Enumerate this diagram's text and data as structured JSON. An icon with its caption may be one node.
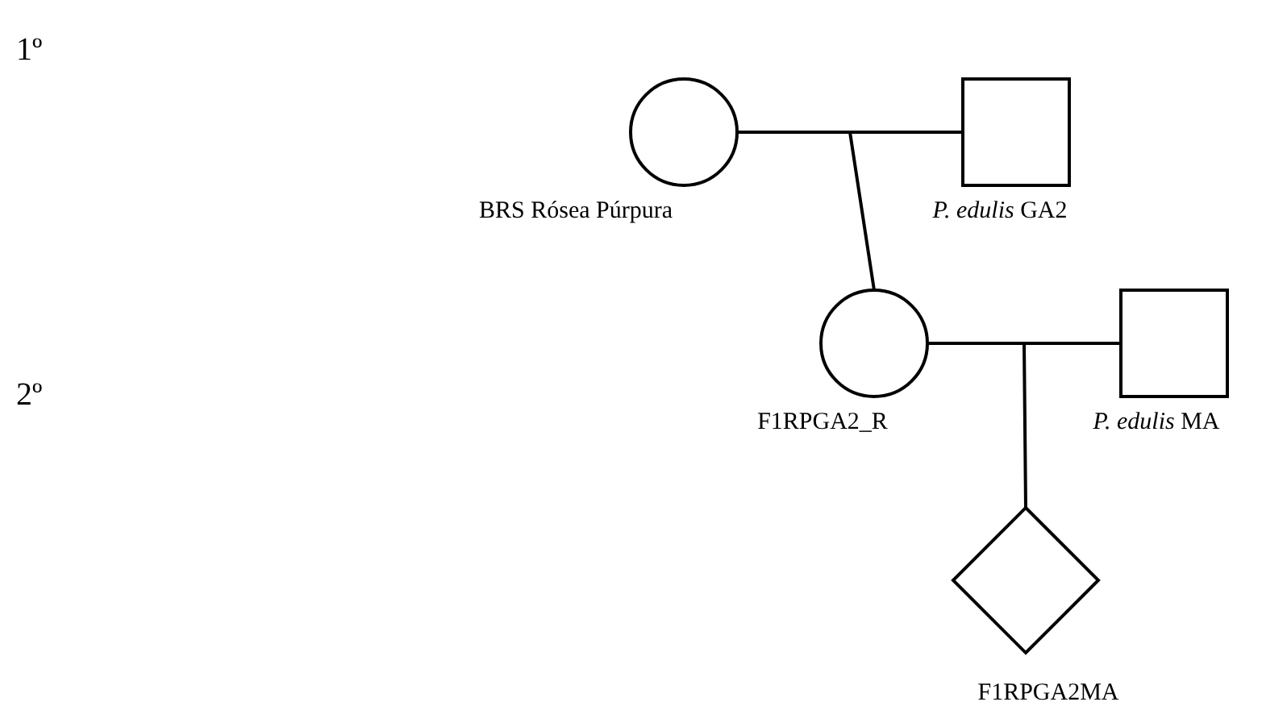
{
  "diagram": {
    "nodes": [
      {
        "text": [
          "BRS Rósea Púrpura"
        ]
      },
      {
        "text": [
          "*P. edulis* GA2"
        ]
      },
      {
        "text": [
          "F1RPGA2_R"
        ]
      },
      {
        "text": [
          "*P. edulis* MA"
        ]
      },
      {
        "text": [
          "F1RPGA2MA"
        ]
      }
    ],
    "edges": [
      {
        "from": 0,
        "to": 1,
        "arrow": "none"
      },
      {
        "from": 0,
        "to": 2,
        "arrow": "none"
      },
      {
        "from": 1,
        "to": 2,
        "arrow": "none"
      },
      {
        "from": 2,
        "to": 3,
        "arrow": "none"
      },
      {
        "from": 2,
        "to": 4,
        "arrow": "none"
      },
      {
        "from": 3,
        "to": 4,
        "arrow": "none"
      }
    ],
    "labels": [
      "1º",
      "2º"
    ]
  }
}
